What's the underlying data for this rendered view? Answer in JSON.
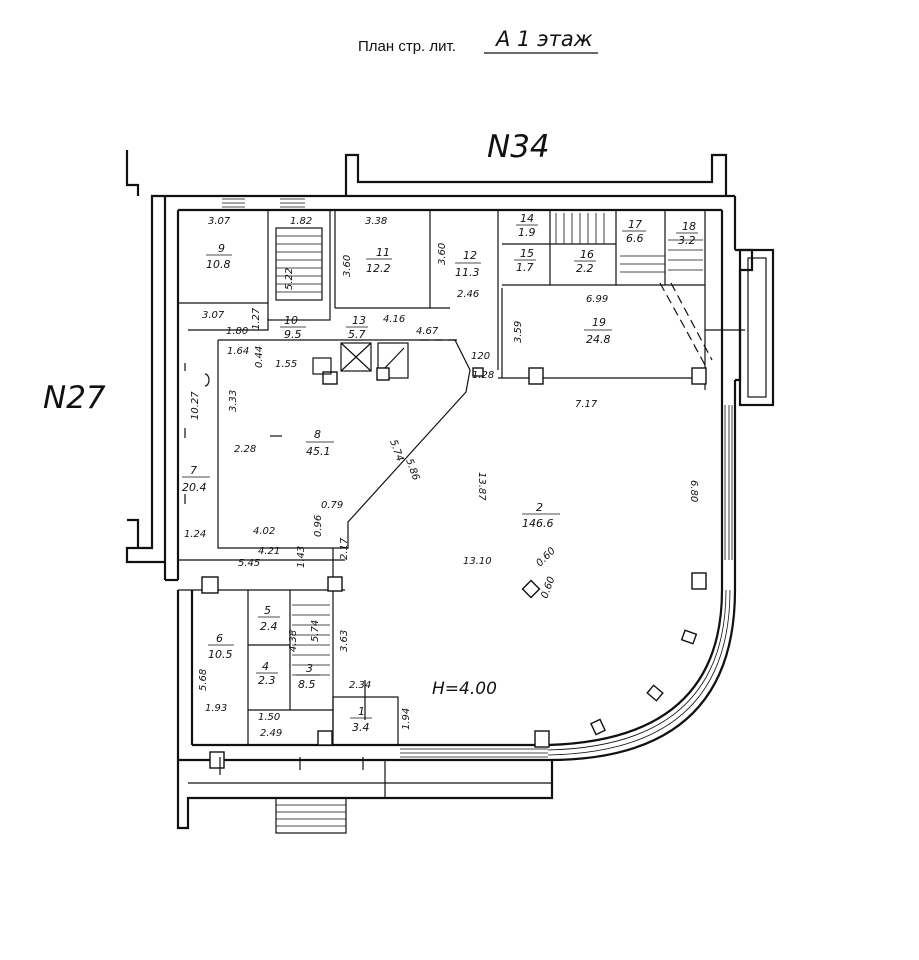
{
  "header": {
    "title_prefix": "План стр. лит.",
    "title_value": "А  1  этаж"
  },
  "streets": {
    "top": "N34",
    "left": "N27"
  },
  "ceiling_height": "H=4.00",
  "rooms": [
    {
      "num": "1",
      "area": "3.4"
    },
    {
      "num": "2",
      "area": "146.6"
    },
    {
      "num": "3",
      "area": "8.5"
    },
    {
      "num": "4",
      "area": "2.3"
    },
    {
      "num": "5",
      "area": "2.4"
    },
    {
      "num": "6",
      "area": "10.5"
    },
    {
      "num": "7",
      "area": "20.4"
    },
    {
      "num": "8",
      "area": "45.1"
    },
    {
      "num": "9",
      "area": "10.8"
    },
    {
      "num": "10",
      "area": "9.5"
    },
    {
      "num": "11",
      "area": "12.2"
    },
    {
      "num": "12",
      "area": "11.3"
    },
    {
      "num": "13",
      "area": "5.7"
    },
    {
      "num": "14",
      "area": "1.9"
    },
    {
      "num": "15",
      "area": "1.7"
    },
    {
      "num": "16",
      "area": "2.2"
    },
    {
      "num": "17",
      "area": "6.6"
    },
    {
      "num": "18",
      "area": "3.2"
    },
    {
      "num": "19",
      "area": "24.8"
    }
  ],
  "dimensions": [
    "3.07",
    "1.82",
    "3.38",
    "5.22",
    "3.60",
    "3.60",
    "2.46",
    "3.07",
    "1.27",
    "1.80",
    "4.16",
    "4.67",
    "1.64",
    "0.44",
    "1.55",
    "120",
    "1.28",
    "6.99",
    "3.59",
    "7.17",
    "3.33",
    "10.27",
    "2.28",
    "5.74",
    "5.86",
    "13.87",
    "6.80",
    "0.79",
    "0.96",
    "4.02",
    "1.24",
    "4.21",
    "5.45",
    "1.43",
    "2.17",
    "13.10",
    "0.60",
    "0.60",
    "4.38",
    "5.74",
    "3.63",
    "5.68",
    "2.34",
    "1.94",
    "1.93",
    "1.50",
    "2.49"
  ]
}
